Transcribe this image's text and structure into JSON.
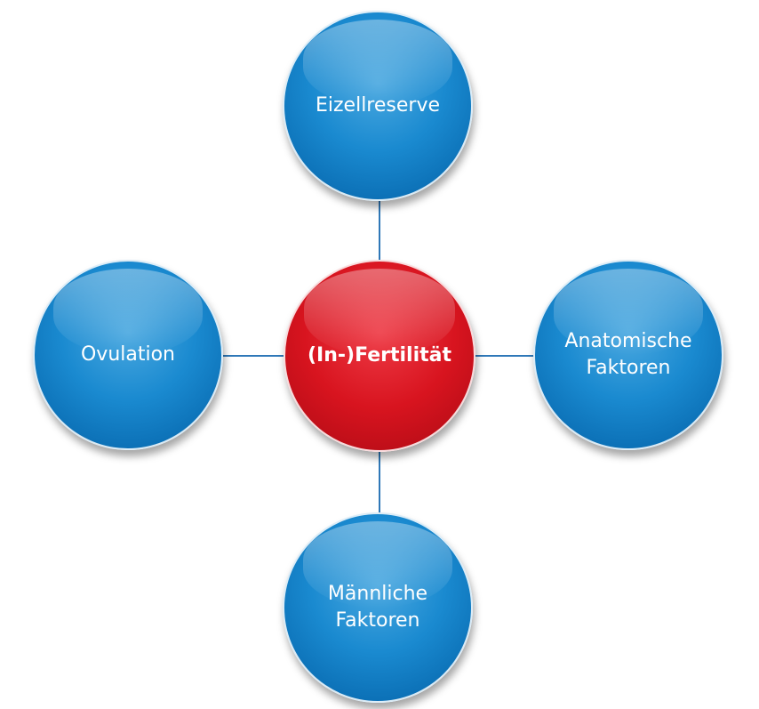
{
  "diagram": {
    "center": {
      "label": "(In-)Fertilität",
      "color": "#d8141f"
    },
    "nodes": {
      "top": {
        "label": "Eizellreserve"
      },
      "right": {
        "line1": "Anatomische",
        "line2": "Faktoren"
      },
      "bottom": {
        "line1": "Männliche",
        "line2": "Faktoren"
      },
      "left": {
        "label": "Ovulation"
      }
    },
    "node_color": "#1a8ad0",
    "connector_color": "#2f78b8"
  }
}
